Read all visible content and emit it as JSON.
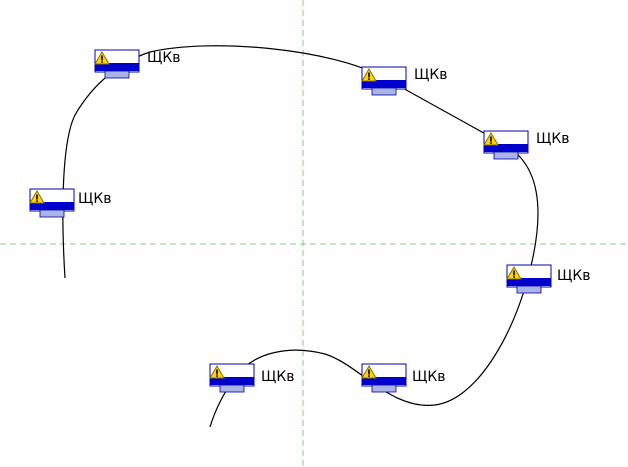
{
  "colors": {
    "background": "#ffffff",
    "guide": "#7fd17f",
    "path": "#000000",
    "panel_fill": "#ffffff",
    "panel_border": "#0000a8",
    "panel_bar": "#0000cc",
    "tab_fill": "#a9b4e6",
    "warning_fill": "#ffd200",
    "warning_stroke": "#8a7000"
  },
  "icons": {
    "device": "electrical-panel-icon",
    "warning": "warning-icon"
  },
  "devices": [
    {
      "label": "ЩКв"
    },
    {
      "label": "ЩКв"
    },
    {
      "label": "ЩКв"
    },
    {
      "label": "ЩКв"
    },
    {
      "label": "ЩКв"
    },
    {
      "label": "ЩКв"
    },
    {
      "label": "ЩКв"
    }
  ]
}
